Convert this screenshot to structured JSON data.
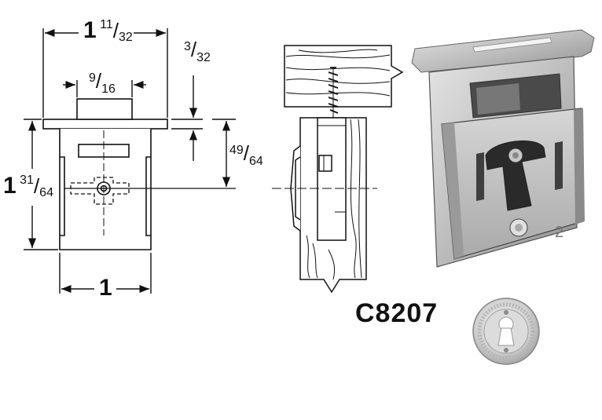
{
  "dimensions": {
    "overall_width": {
      "whole": "1",
      "num": "11",
      "den": "32"
    },
    "tab_width": {
      "num": "9",
      "den": "16"
    },
    "flange_thickness": {
      "num": "3",
      "den": "32"
    },
    "center_offset": {
      "num": "49",
      "den": "64"
    },
    "overall_height": {
      "whole": "1",
      "num": "31",
      "den": "64"
    },
    "body_width": {
      "whole": "1"
    }
  },
  "product": {
    "model": "C8207",
    "plate_number": "2"
  }
}
